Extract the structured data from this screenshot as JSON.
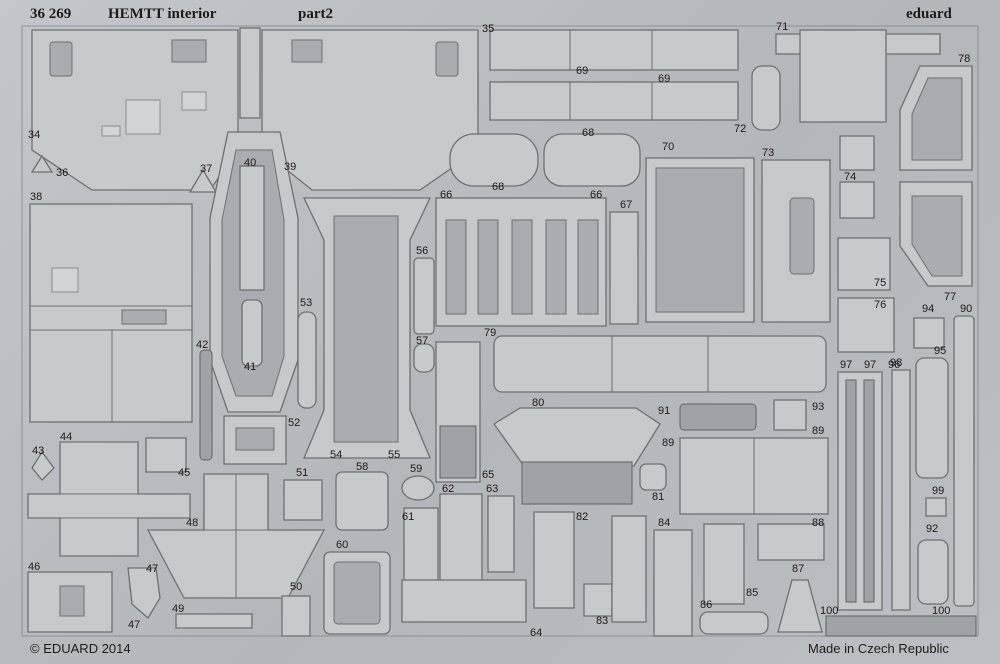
{
  "header": {
    "code": "36 269",
    "title": "HEMTT interior",
    "part": "part2",
    "brand": "eduard"
  },
  "footer": {
    "copyright": "© EDUARD 2014",
    "origin": "Made in Czech Republic"
  },
  "part_numbers": [
    "34",
    "35",
    "36",
    "37",
    "38",
    "39",
    "40",
    "41",
    "42",
    "43",
    "44",
    "45",
    "46",
    "47",
    "47",
    "48",
    "49",
    "50",
    "51",
    "52",
    "53",
    "54",
    "55",
    "56",
    "57",
    "58",
    "59",
    "60",
    "61",
    "62",
    "63",
    "64",
    "65",
    "66",
    "66",
    "67",
    "68",
    "68",
    "69",
    "69",
    "70",
    "71",
    "72",
    "73",
    "74",
    "75",
    "76",
    "77",
    "78",
    "79",
    "80",
    "81",
    "82",
    "83",
    "84",
    "85",
    "86",
    "87",
    "88",
    "89",
    "89",
    "90",
    "91",
    "92",
    "93",
    "94",
    "95",
    "96",
    "97",
    "97",
    "98",
    "99",
    "100",
    "100"
  ]
}
